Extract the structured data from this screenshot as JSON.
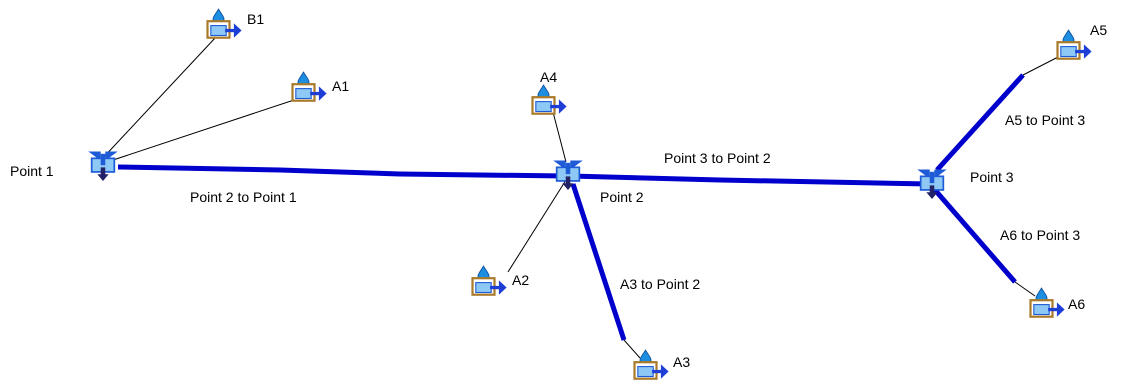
{
  "diagram": {
    "junctions": [
      {
        "id": "p1",
        "label": "Point 1",
        "icon": "junction-icon"
      },
      {
        "id": "p2",
        "label": "Point 2",
        "icon": "junction-icon"
      },
      {
        "id": "p3",
        "label": "Point 3",
        "icon": "junction-icon"
      }
    ],
    "sources": [
      {
        "id": "b1",
        "label": "B1",
        "icon": "water-source-icon"
      },
      {
        "id": "a1",
        "label": "A1",
        "icon": "water-source-icon"
      },
      {
        "id": "a4",
        "label": "A4",
        "icon": "water-source-icon"
      },
      {
        "id": "a2",
        "label": "A2",
        "icon": "water-source-icon"
      },
      {
        "id": "a3",
        "label": "A3",
        "icon": "water-source-icon"
      },
      {
        "id": "a5",
        "label": "A5",
        "icon": "water-source-icon"
      },
      {
        "id": "a6",
        "label": "A6",
        "icon": "water-source-icon"
      }
    ],
    "links": [
      {
        "id": "l_p2p1",
        "label": "Point 2 to Point 1",
        "from": "p2",
        "to": "p1"
      },
      {
        "id": "l_p3p2",
        "label": "Point 3 to Point 2",
        "from": "p3",
        "to": "p2"
      },
      {
        "id": "l_a3p2",
        "label": "A3 to Point 2",
        "from": "a3",
        "to": "p2"
      },
      {
        "id": "l_a5p3",
        "label": "A5 to Point 3",
        "from": "a5",
        "to": "p3"
      },
      {
        "id": "l_a6p3",
        "label": "A6 to Point 3",
        "from": "a6",
        "to": "p3"
      }
    ],
    "thin_links": [
      {
        "from": "b1",
        "to": "p1"
      },
      {
        "from": "a1",
        "to": "p1"
      },
      {
        "from": "a4",
        "to": "p2"
      },
      {
        "from": "a2",
        "to": "p2"
      }
    ],
    "colors": {
      "link": "#0000cc",
      "icon_blue": "#1e5bd6",
      "icon_light": "#8ec8f5",
      "icon_frame": "#a87a2a"
    }
  }
}
